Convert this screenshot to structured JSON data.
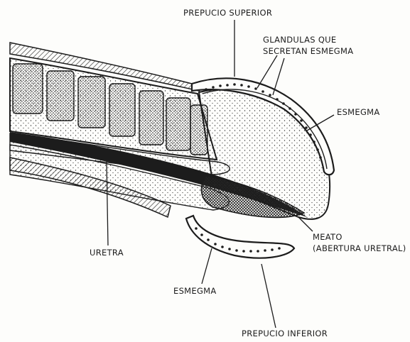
{
  "labels": {
    "prepucio_superior": "PREPUCIO SUPERIOR",
    "glandulas_line1": "GLANDULAS QUE",
    "glandulas_line2": "SECRETAN ESMEGMA",
    "esmegma_top": "ESMEGMA",
    "uretra": "URETRA",
    "meato_line1": "MEATO",
    "meato_line2": "(ABERTURA URETRAL)",
    "esmegma_bottom": "ESMEGMA",
    "prepucio_inferior": "PREPUCIO INFERIOR"
  },
  "colors": {
    "ink": "#1c1c1c",
    "paper": "#fdfdfb"
  }
}
